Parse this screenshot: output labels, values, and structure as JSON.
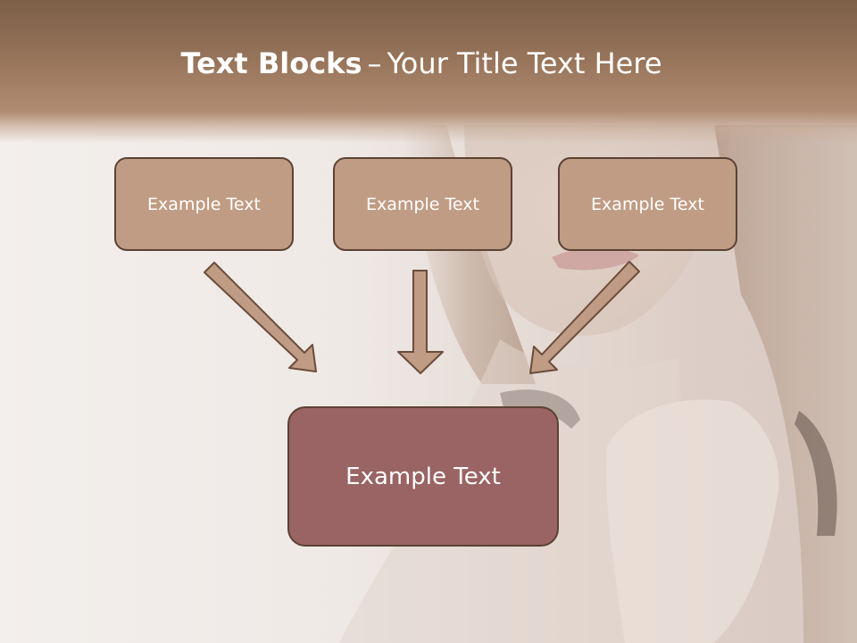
{
  "title": {
    "bold": "Text Blocks",
    "dash": "–",
    "rest": "Your Title Text Here"
  },
  "blocks": [
    {
      "label": "Example Text"
    },
    {
      "label": "Example Text"
    },
    {
      "label": "Example Text"
    }
  ],
  "main_block": {
    "label": "Example Text"
  },
  "colors": {
    "header": "#8b6a52",
    "block_fill": "#c09c84",
    "block_border": "#5b4234",
    "main_fill": "#9a6464",
    "arrow_fill": "#c09c84",
    "arrow_stroke": "#6b4c3b",
    "text": "#ffffff"
  }
}
